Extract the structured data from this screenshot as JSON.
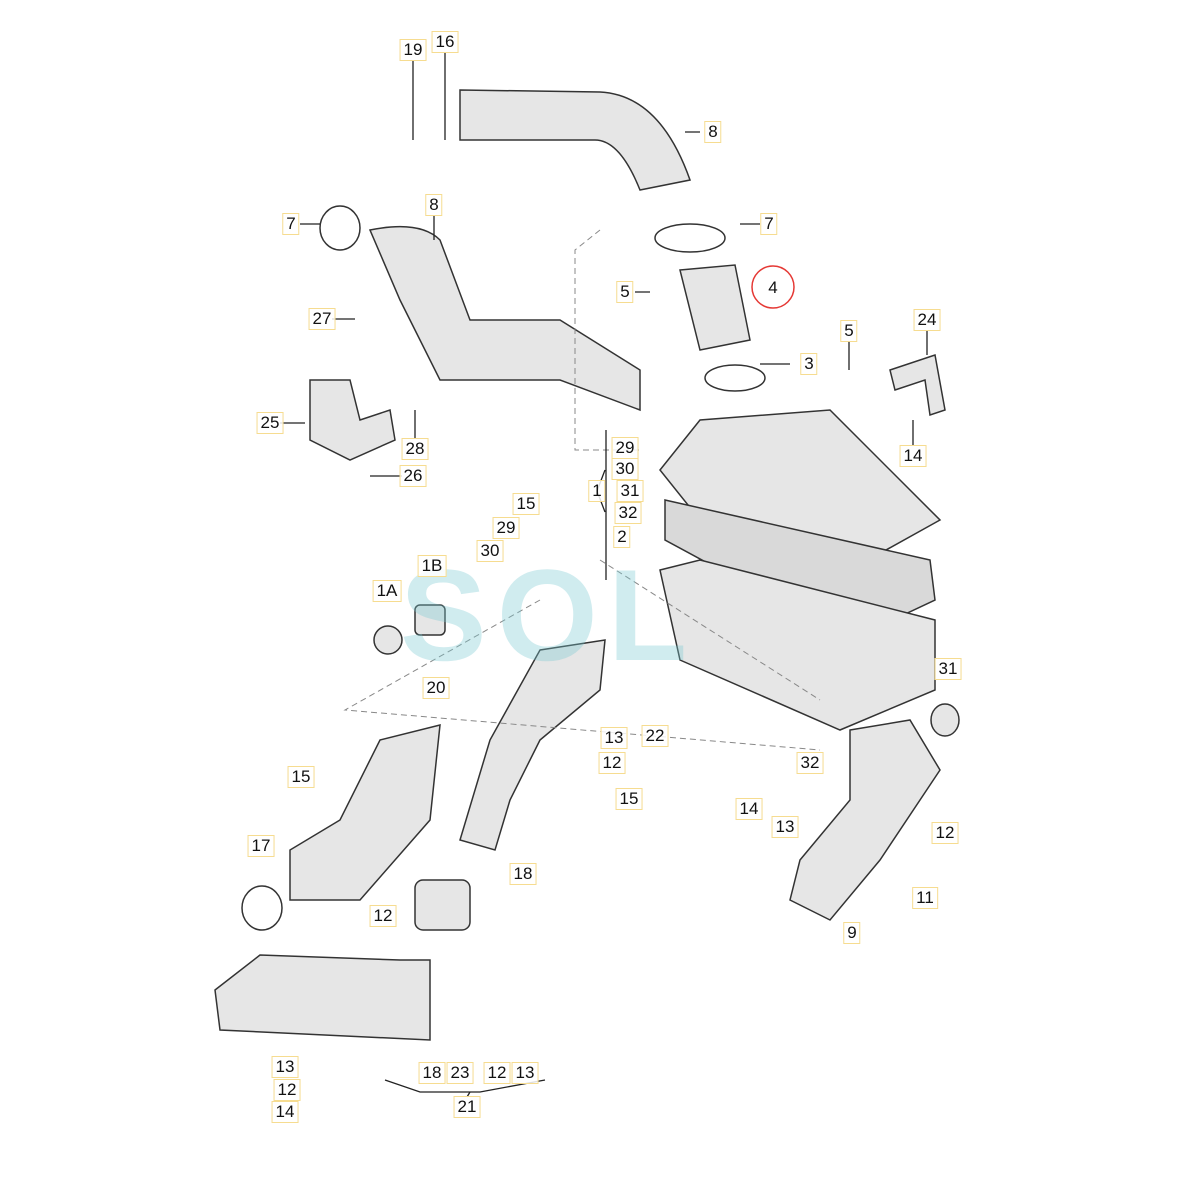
{
  "diagram": {
    "title": "Air intake system exploded parts diagram",
    "highlight_label": "4",
    "accent": "#e53935",
    "watermark": "SOL",
    "labels": [
      "19",
      "16",
      "8",
      "7",
      "8",
      "7",
      "5",
      "4",
      "3",
      "5",
      "24",
      "27",
      "25",
      "28",
      "26",
      "14",
      "29",
      "30",
      "1",
      "31",
      "32",
      "2",
      "15",
      "29",
      "30",
      "1A",
      "1B",
      "20",
      "31",
      "13",
      "22",
      "12",
      "15",
      "32",
      "15",
      "14",
      "13",
      "12",
      "17",
      "18",
      "12",
      "11",
      "9",
      "13",
      "12",
      "14",
      "18",
      "23",
      "12",
      "13",
      "21"
    ]
  }
}
